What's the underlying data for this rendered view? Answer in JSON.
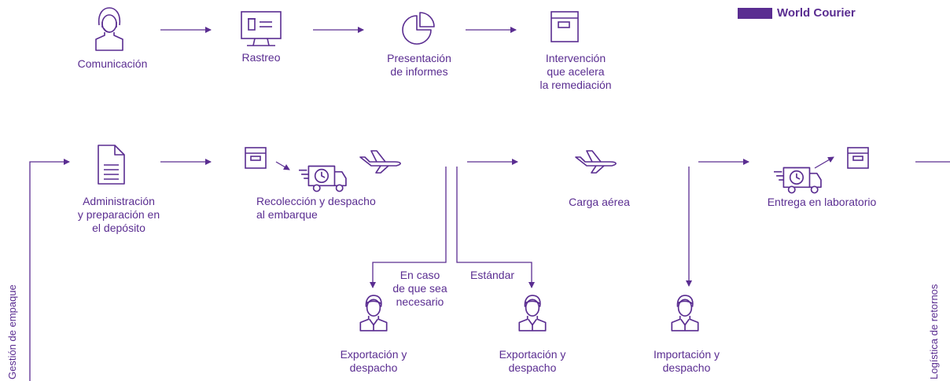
{
  "brand": {
    "name": "World Courier"
  },
  "top_row": {
    "communication": "Comunicación",
    "tracking": "Rastreo",
    "reports_1": "Presentación",
    "reports_2": "de informes",
    "intervention_1": "Intervención",
    "intervention_2": "que acelera",
    "intervention_3": "la remediación"
  },
  "flow": {
    "packaging": "Gestión de empaque",
    "returns": "Logística de retornos",
    "admin_1": "Administración",
    "admin_2": "y preparación en",
    "admin_3": "el depósito",
    "pickup_1": "Recolección y despacho",
    "pickup_2": "al embarque",
    "air_cargo": "Carga aérea",
    "lab_delivery": "Entrega en laboratorio",
    "if_needed_1": "En caso",
    "if_needed_2": "de que sea",
    "if_needed_3": "necesario",
    "standard": "Estándar",
    "export1_1": "Exportación y",
    "export1_2": "despacho",
    "export2_1": "Exportación y",
    "export2_2": "despacho",
    "import_1": "Importación y",
    "import_2": "despacho"
  },
  "colors": {
    "accent": "#5a2d91"
  }
}
